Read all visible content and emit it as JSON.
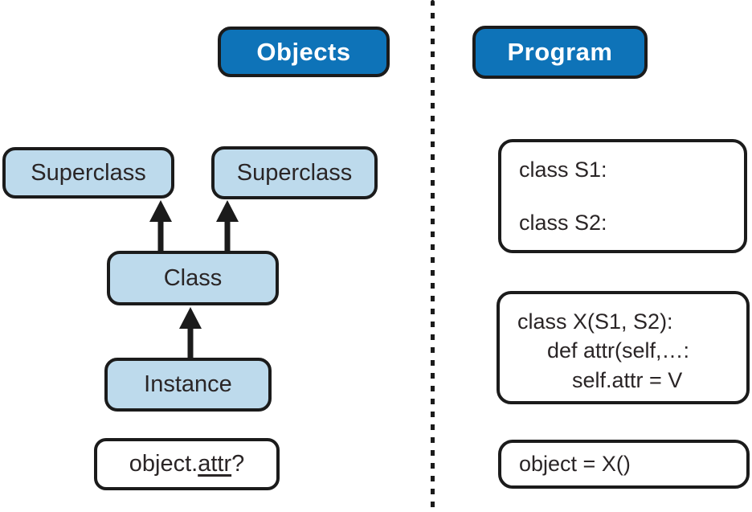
{
  "figure": {
    "left_panel": {
      "header_label": "Objects",
      "superclass_left_label": "Superclass",
      "superclass_right_label": "Superclass",
      "class_label": "Class",
      "instance_label": "Instance",
      "lookup": {
        "prefix": "object.",
        "attr": "attr",
        "suffix": "?"
      }
    },
    "right_panel": {
      "header_label": "Program",
      "superclasses_box": {
        "line1": "class S1:",
        "line2": "class S2:"
      },
      "class_box": {
        "line1": "class X(S1, S2):",
        "line2": "def attr(self,…:",
        "line3": "self.attr = V"
      },
      "instance_box": {
        "line1": "object = X()"
      }
    },
    "colors": {
      "header_fill": "#0e73b8",
      "node_fill": "#bddaec",
      "outline": "#1b1b1b",
      "text": "#2a2526"
    }
  }
}
